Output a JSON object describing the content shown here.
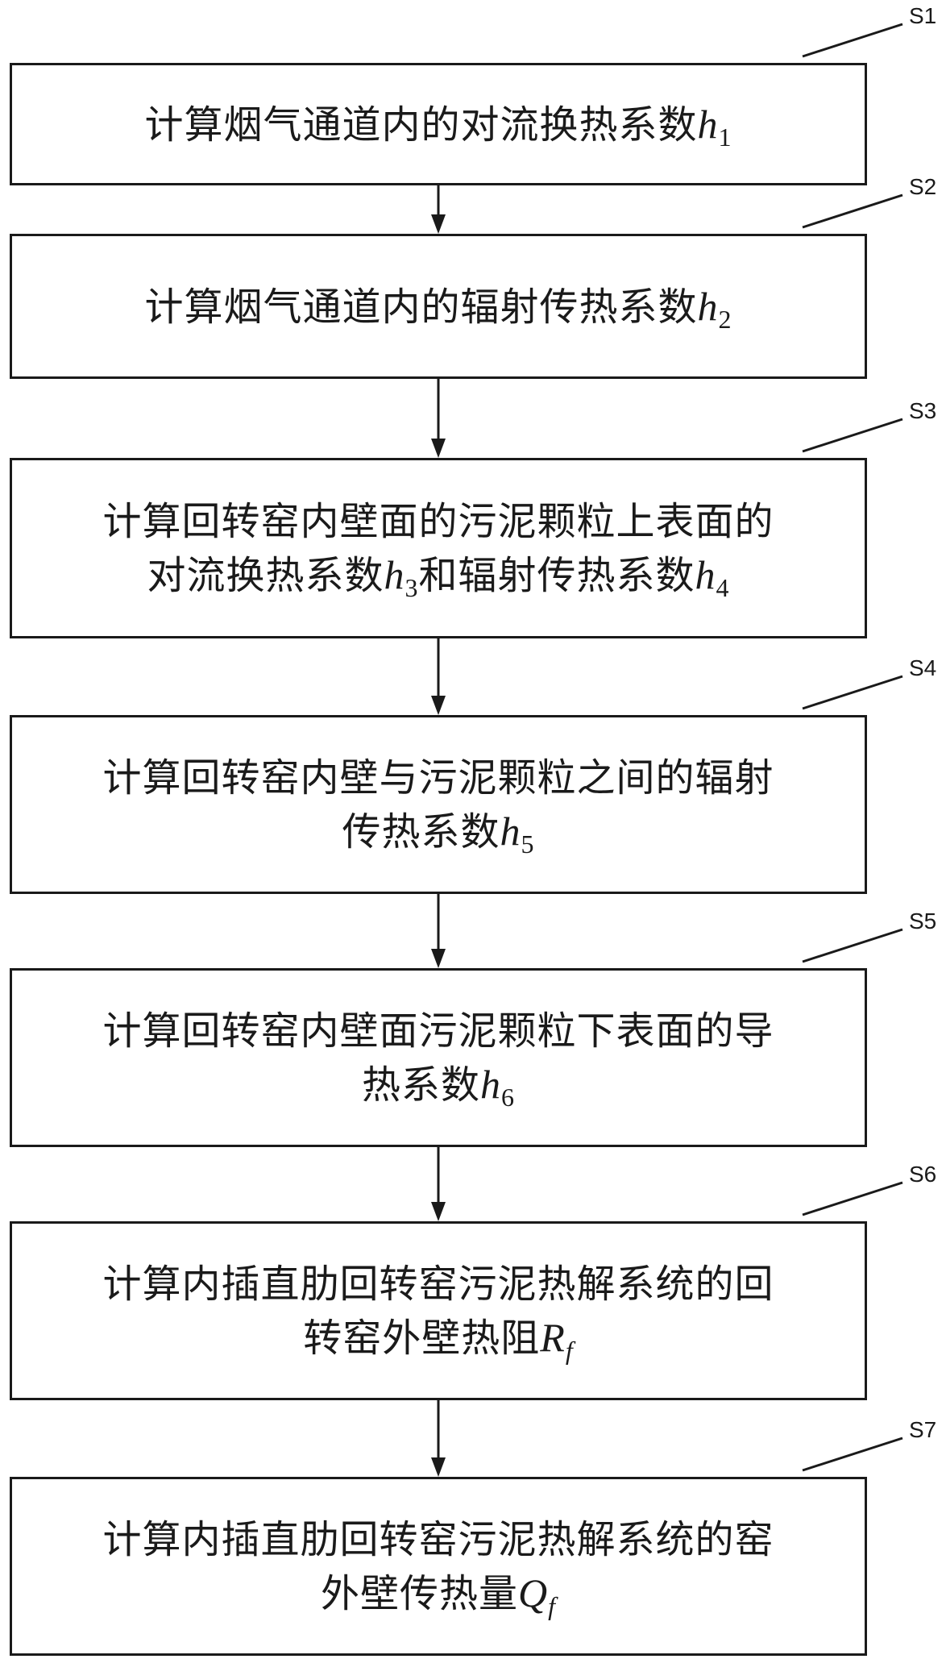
{
  "steps": [
    {
      "id": "S1",
      "label": "S1",
      "lines": [
        {
          "text": "计算烟气通道内的对流换热系数",
          "var": "h",
          "sub": "1",
          "sub_italic": false
        }
      ]
    },
    {
      "id": "S2",
      "label": "S2",
      "lines": [
        {
          "text": "计算烟气通道内的辐射传热系数",
          "var": "h",
          "sub": "2",
          "sub_italic": false
        }
      ]
    },
    {
      "id": "S3",
      "label": "S3",
      "lines": [
        {
          "text": "计算回转窑内壁面的污泥颗粒上表面的"
        },
        {
          "text": "对流换热系数",
          "var": "h",
          "sub": "3",
          "sub_italic": false,
          "after": "和辐射传热系数",
          "var2": "h",
          "sub2": "4"
        }
      ]
    },
    {
      "id": "S4",
      "label": "S4",
      "lines": [
        {
          "text": "计算回转窑内壁与污泥颗粒之间的辐射"
        },
        {
          "text": "传热系数",
          "var": "h",
          "sub": "5",
          "sub_italic": false
        }
      ]
    },
    {
      "id": "S5",
      "label": "S5",
      "lines": [
        {
          "text": "计算回转窑内壁面污泥颗粒下表面的导"
        },
        {
          "text": "热系数",
          "var": "h",
          "sub": "6",
          "sub_italic": false
        }
      ]
    },
    {
      "id": "S6",
      "label": "S6",
      "lines": [
        {
          "text": "计算内插直肋回转窑污泥热解系统的回"
        },
        {
          "text": "转窑外壁热阻",
          "var": "R",
          "sub": "f",
          "sub_italic": true
        }
      ]
    },
    {
      "id": "S7",
      "label": "S7",
      "lines": [
        {
          "text": "计算内插直肋回转窑污泥热解系统的窑"
        },
        {
          "text": "外壁传热量",
          "var": "Q",
          "sub": "f",
          "sub_italic": true
        }
      ]
    }
  ]
}
